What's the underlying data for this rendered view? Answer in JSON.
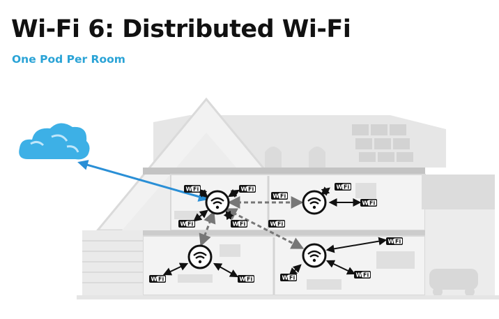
{
  "header": {
    "title": "Wi-Fi 6: Distributed Wi-Fi",
    "subtitle": "One Pod Per Room"
  },
  "colors": {
    "accent": "#2aa3d6",
    "cloud": "#3db0e6",
    "pod": "#111111",
    "house": "#d6d6d6"
  },
  "icons": {
    "cloud": "cloud-icon",
    "pod": "wifi-pod-icon",
    "client": "wifi-client-badge"
  },
  "diagram": {
    "client_badge_text": "Wi Fi",
    "pods": [
      {
        "id": "pod-upstairs-left"
      },
      {
        "id": "pod-upstairs-right"
      },
      {
        "id": "pod-downstairs-left"
      },
      {
        "id": "pod-downstairs-right"
      }
    ]
  }
}
